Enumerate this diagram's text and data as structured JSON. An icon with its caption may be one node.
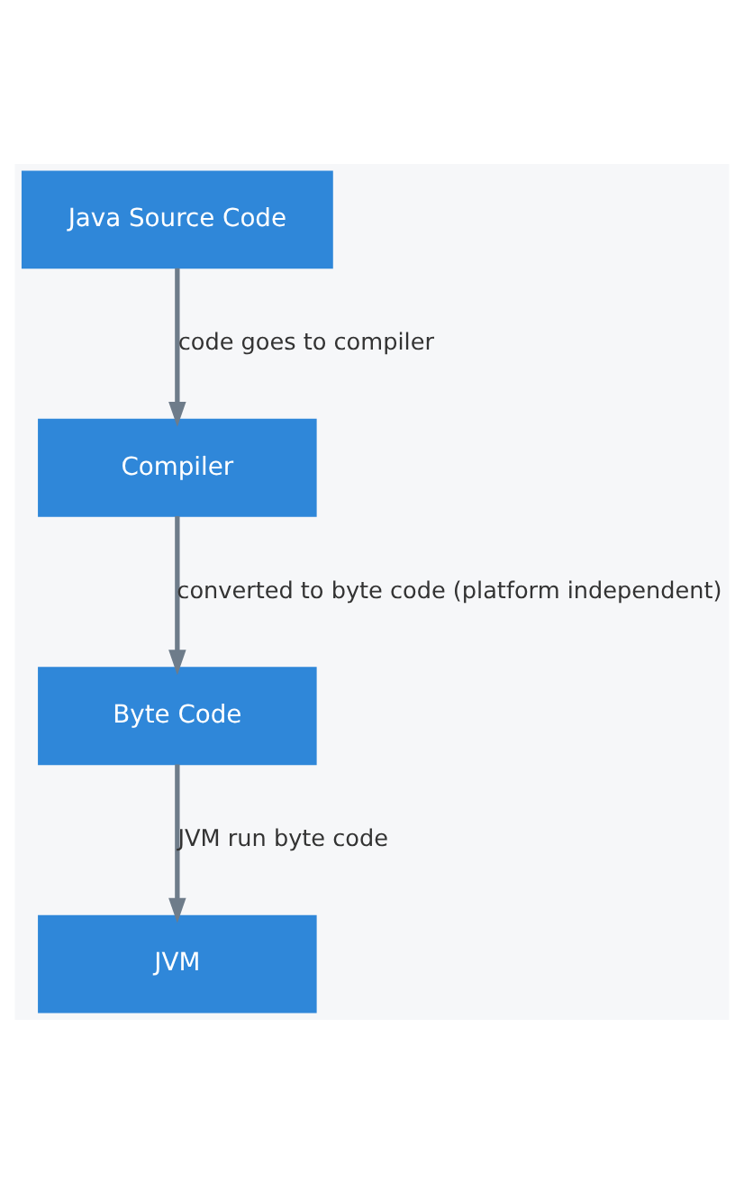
{
  "diagram": {
    "nodes": [
      {
        "text": [
          "Java Source Code"
        ]
      },
      {
        "text": [
          "Compiler"
        ]
      },
      {
        "text": [
          "Byte Code"
        ]
      },
      {
        "text": [
          "JVM"
        ]
      }
    ],
    "edges": [
      {
        "from": 0,
        "to": 1,
        "arrow": "to",
        "label": "code goes to compiler"
      },
      {
        "from": 1,
        "to": 2,
        "arrow": "to",
        "label": "converted to byte code (platform independent)"
      },
      {
        "from": 2,
        "to": 3,
        "arrow": "to",
        "label": "JVM run byte code"
      }
    ]
  }
}
